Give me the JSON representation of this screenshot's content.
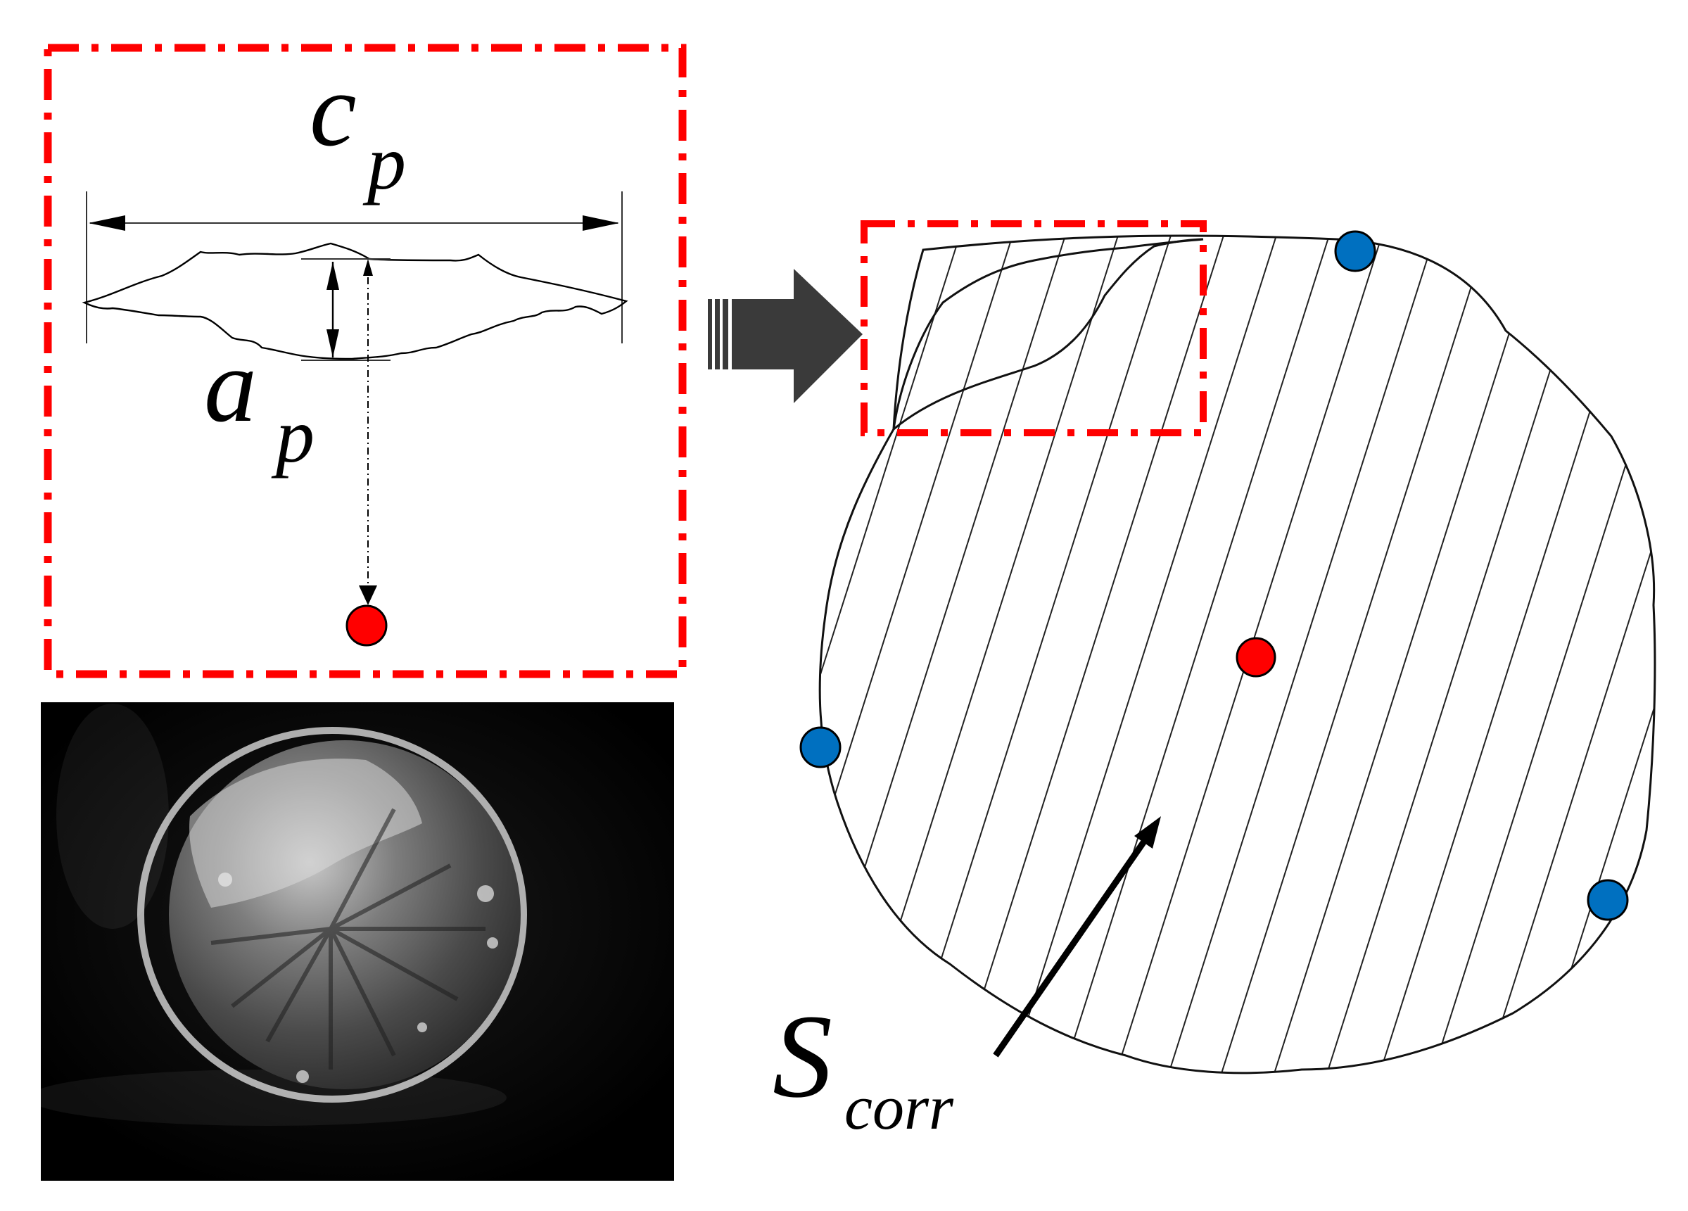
{
  "labels": {
    "c_main": "c",
    "c_sub": "p",
    "a_main": "a",
    "a_sub": "p",
    "s_main": "S",
    "s_sub": "corr"
  },
  "colors": {
    "frame_red": "#ff0000",
    "point_red": "#ff0000",
    "point_blue": "#0070c0",
    "arrow_dark": "#3a3a3a",
    "outline": "#111111"
  },
  "icons": {
    "transition_arrow": "right-arrow-icon",
    "photo": "fracture-surface-photo"
  }
}
